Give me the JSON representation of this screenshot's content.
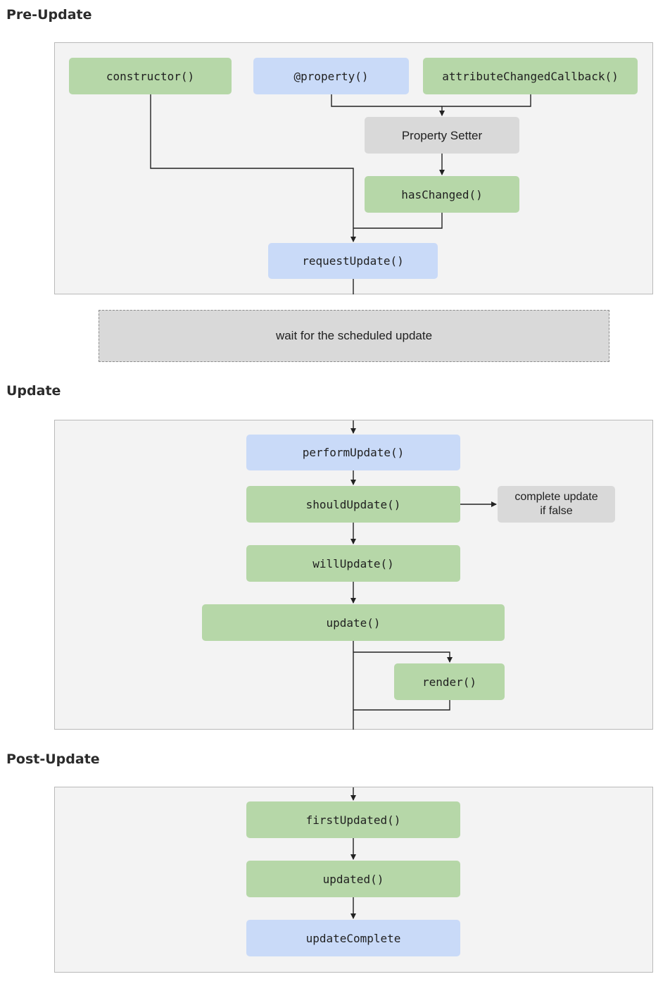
{
  "sections": {
    "pre_update": "Pre-Update",
    "update": "Update",
    "post_update": "Post-Update"
  },
  "nodes": {
    "constructor": "constructor()",
    "property": "@property()",
    "attribute_changed": "attributeChangedCallback()",
    "property_setter": "Property Setter",
    "has_changed": "hasChanged()",
    "request_update": "requestUpdate()",
    "wait": "wait for the scheduled update",
    "perform_update": "performUpdate()",
    "should_update": "shouldUpdate()",
    "complete_if_false": "complete update\nif false",
    "will_update": "willUpdate()",
    "update": "update()",
    "render": "render()",
    "first_updated": "firstUpdated()",
    "updated": "updated()",
    "update_complete": "updateComplete"
  },
  "colors": {
    "lifecycle_method": "#b6d7a8",
    "api_entry": "#c9daf8",
    "internal_step": "#d9d9d9",
    "panel_background": "#f3f3f3",
    "connector": "#222222"
  }
}
